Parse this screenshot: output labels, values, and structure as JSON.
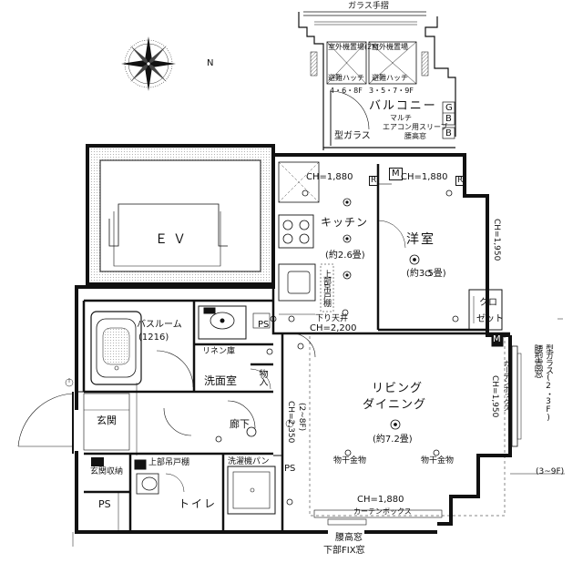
{
  "compass": {
    "north_label": "N"
  },
  "rooms": {
    "glass_railing": "ガラス手摺",
    "aircon_1": "室外機置場(2F)",
    "aircon_2": "室外機置場",
    "hatch_1": "避難ハッチ",
    "hatch_1_floors": "4・6・8F",
    "hatch_2": "避難ハッチ",
    "hatch_2_floors": "3・5・7・9F",
    "balcony": "バルコニー",
    "gb_top": "G",
    "gb_bottom": "B",
    "b_label": "B",
    "multi_outlet_1": "マルチ",
    "multi_outlet_2": "エアコン用スリーブ",
    "waist_window": "腰高窓",
    "glass_type": "型ガラス",
    "ch_kitchen": "CH=1,880",
    "ch_western_top": "CH=1,880",
    "ch_western_side": "CH=1,950",
    "m_top": "M",
    "r_top_left": "R",
    "r_top_right": "R",
    "kitchen": "キッチン",
    "kitchen_size": "(約2.6畳)",
    "upper_storage": "上部吊戸棚",
    "western": "洋室",
    "western_size": "(約3.5畳)",
    "closet_1": "クロ",
    "closet_2": "ゼット",
    "ceiling_drop": "下り天井",
    "ch_ceiling_drop": "CH=2,200",
    "ev": "ＥＶ",
    "bathroom": "バスルーム",
    "bath_size": "(1216)",
    "ps_upper": "PS",
    "linen": "リネン庫",
    "washroom": "洗面室",
    "storage": "物入",
    "entrance": "玄関",
    "hallway": "廊下",
    "ch_hall": "CH=2,350",
    "ch_hall_floors": "(2~8F)",
    "living": "リビング",
    "dining": "ダイニング",
    "living_size": "(約7.2畳)",
    "ch_living_side": "CH=1,950",
    "curtain_box_side": "カーテンボックス",
    "m_living": "M",
    "fixture_1": "物干金物",
    "fixture_2": "物干金物",
    "waist_window_side": "腰型高窓",
    "glass_type_side": "型ガラス(2・3F)",
    "floors_side": "(3~9F)",
    "shoe_storage": "玄関収納",
    "upper_cabinet": "上部吊戸棚",
    "ps_lower": "PS",
    "ps_mid": "PS",
    "toilet": "トイレ",
    "washer_pan": "洗濯機パン",
    "ch_bottom": "CH=1,880",
    "curtain_box_bottom": "カーテンボックス",
    "window_bottom_1": "腰高窓",
    "window_bottom_2": "下部FIX窓"
  }
}
